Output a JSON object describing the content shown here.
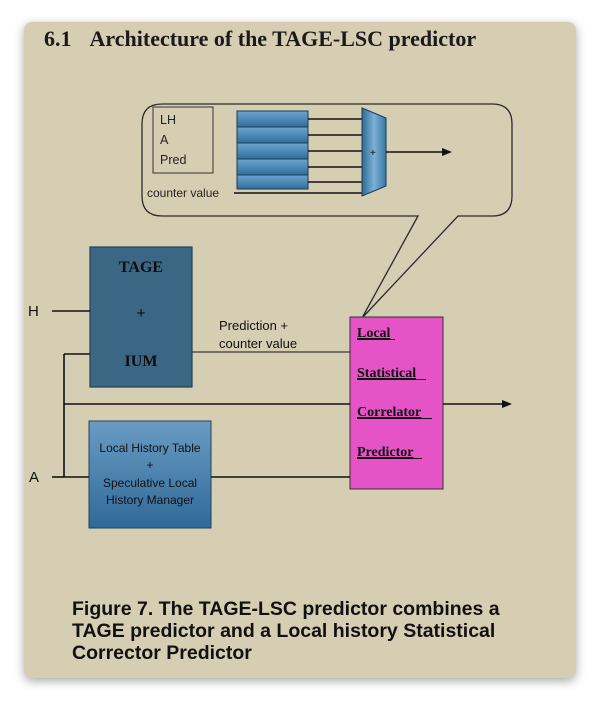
{
  "heading": {
    "number": "6.1",
    "title": "Architecture of the TAGE-LSC predictor"
  },
  "inset": {
    "label_box_lines": [
      "LH",
      "A",
      "Pred"
    ],
    "counter_label": "counter value",
    "adder_symbol": "+"
  },
  "tage_block": {
    "line1": "TAGE",
    "line2": "+",
    "line3": "IUM"
  },
  "inputs": {
    "h": "H",
    "a": "A"
  },
  "prediction_label": {
    "line1": "Prediction +",
    "line2": "counter value"
  },
  "local_history_block": {
    "line1": "Local History Table",
    "line2": "+",
    "line3": "Speculative Local",
    "line4": "History Manager"
  },
  "lscp_block": {
    "line1": "Local",
    "line2": "Statistical",
    "line3": "Correlator",
    "line4": "Predictor"
  },
  "colors": {
    "background": "#d6ceb3",
    "tage_fill": "#3b6784",
    "local_history_fill": "#4a82ad",
    "lscp_fill": "#e653c7",
    "table_fill": "#4a87b6"
  },
  "caption": {
    "line1": "Figure 7. The TAGE-LSC predictor combines a",
    "line2": "TAGE predictor and a Local history Statistical",
    "line3": "Corrector Predictor"
  }
}
